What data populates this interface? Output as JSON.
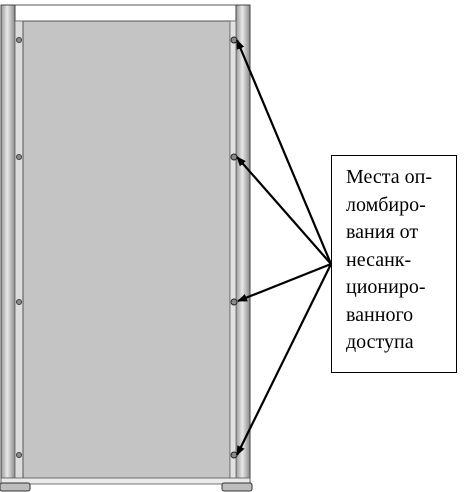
{
  "callout": {
    "lines": [
      "Места оп-",
      "ломбиро-",
      "вания от",
      "несанк-",
      "циониро-",
      "ванного",
      "доступа"
    ]
  },
  "colors": {
    "panel": "#c4c4c4",
    "frame": "#d4d4d4",
    "frame_edge": "#5a5a5a",
    "arrow": "#000000"
  },
  "seal_points_count": 4
}
